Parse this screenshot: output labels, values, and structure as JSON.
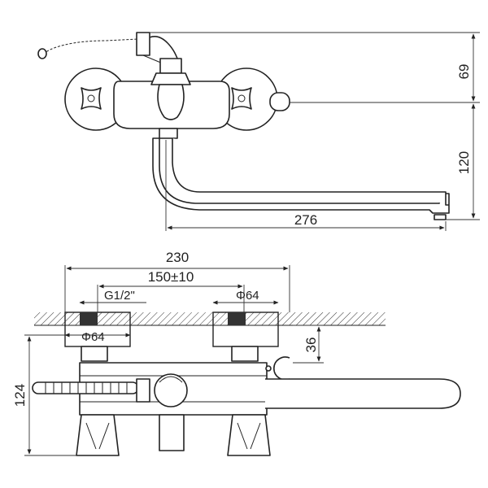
{
  "dimensions": {
    "top_height": "69",
    "spout_height": "120",
    "spout_reach": "276",
    "overall_width": "230",
    "center_distance": "150±10",
    "thread": "G1/2\"",
    "flange_right": "Φ64",
    "flange_left": "Φ64",
    "wall_offset": "36",
    "body_height": "124"
  }
}
